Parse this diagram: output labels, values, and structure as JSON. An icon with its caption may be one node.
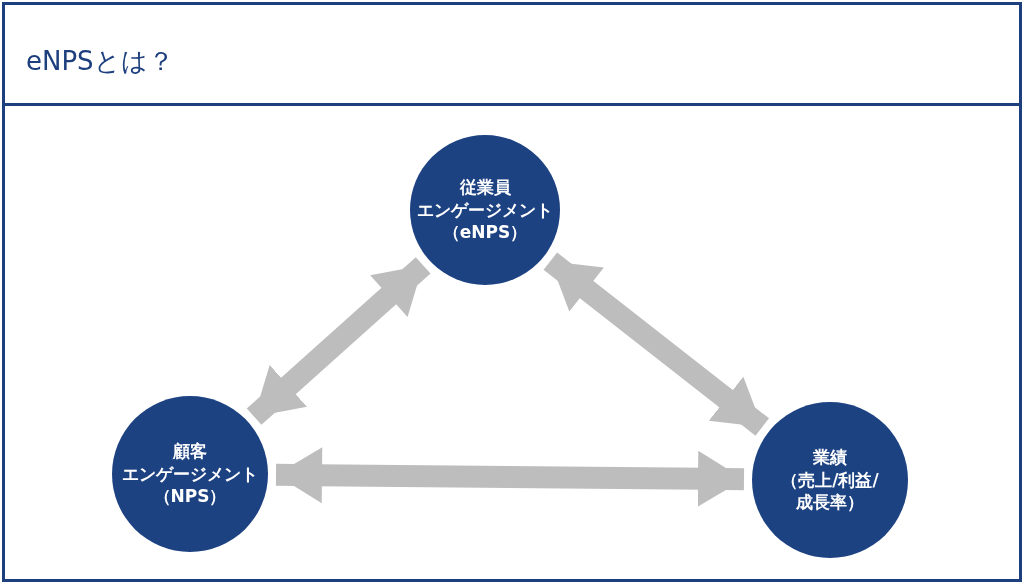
{
  "diagram": {
    "title": "eNPSとは？",
    "nodes": [
      {
        "text": [
          "従業員",
          "エンゲージメント（eNPS）"
        ]
      },
      {
        "text": [
          "顧客",
          "エンゲージメント（NPS）"
        ]
      },
      {
        "text": [
          "業績",
          "（売上/利益/成長率）"
        ]
      }
    ],
    "edges": [
      {
        "from": 0,
        "to": 1,
        "arrow": "both"
      },
      {
        "from": 0,
        "to": 2,
        "arrow": "both"
      },
      {
        "from": 1,
        "to": 2,
        "arrow": "both"
      }
    ]
  }
}
